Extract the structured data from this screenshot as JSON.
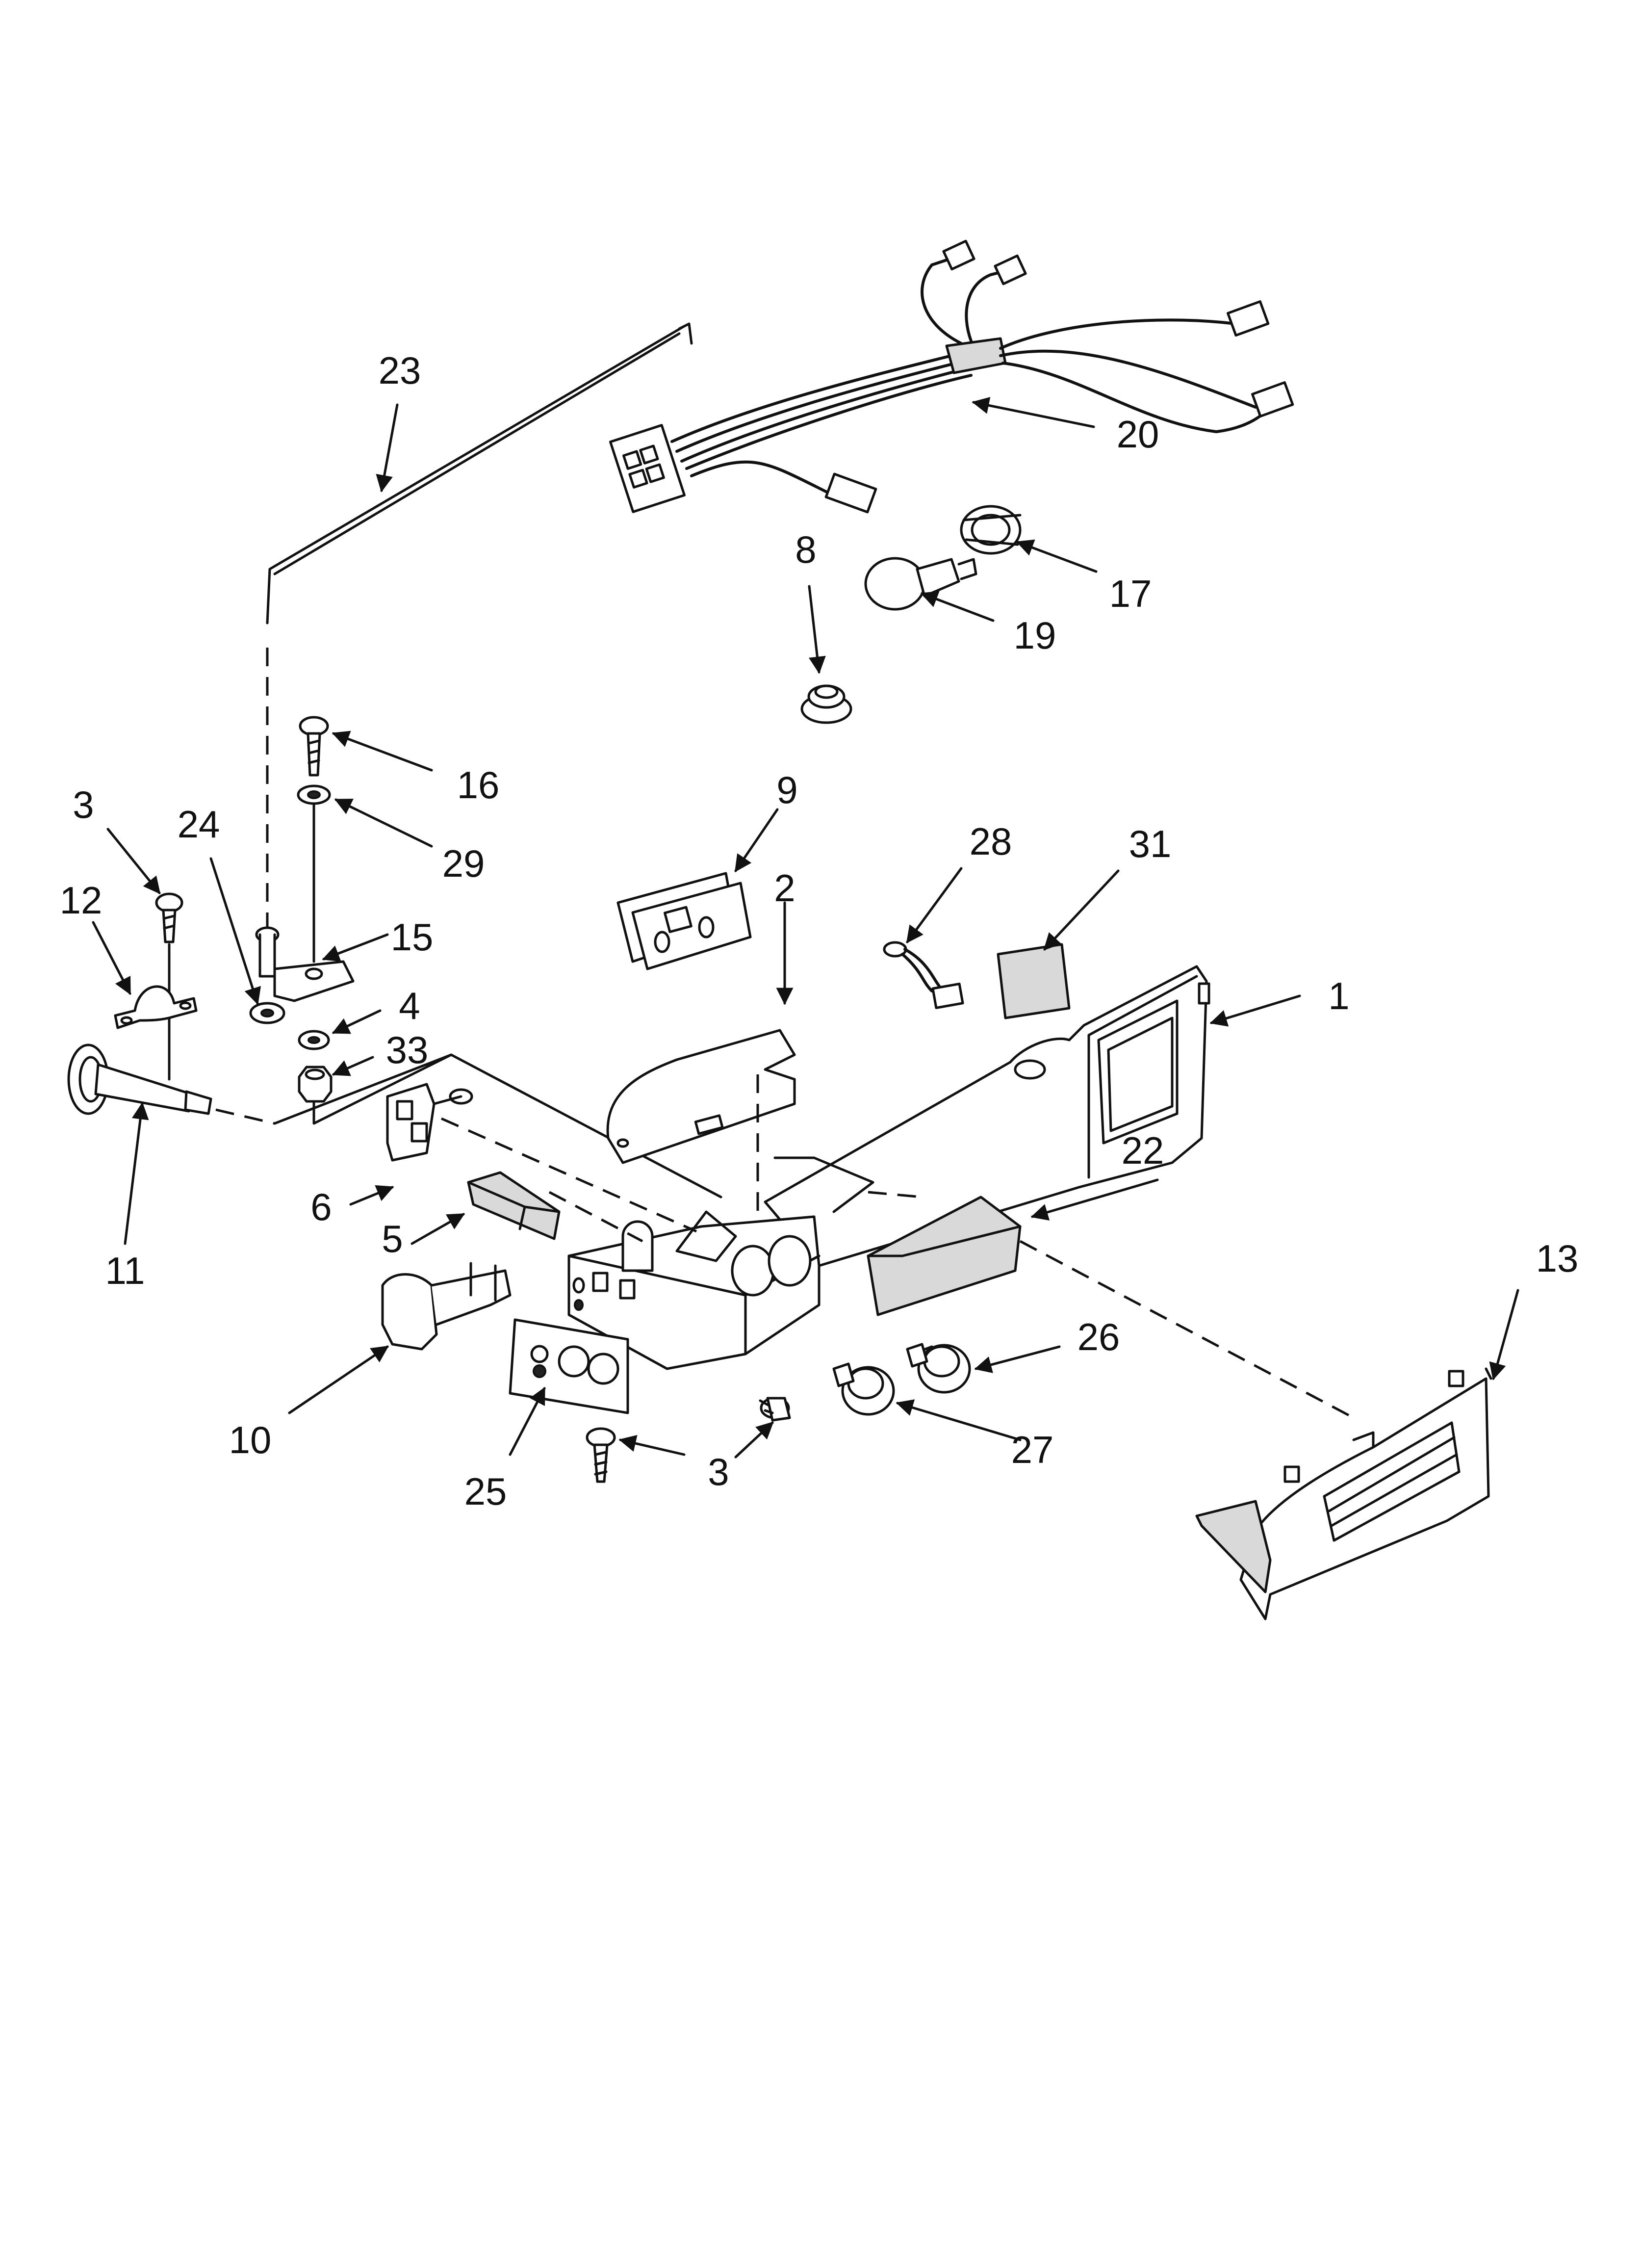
{
  "diagram": {
    "callouts": [
      {
        "id": "c1",
        "text": "1"
      },
      {
        "id": "c2",
        "text": "2"
      },
      {
        "id": "c3a",
        "text": "3"
      },
      {
        "id": "c3b",
        "text": "3"
      },
      {
        "id": "c4",
        "text": "4"
      },
      {
        "id": "c5",
        "text": "5"
      },
      {
        "id": "c6",
        "text": "6"
      },
      {
        "id": "c8",
        "text": "8"
      },
      {
        "id": "c9",
        "text": "9"
      },
      {
        "id": "c10",
        "text": "10"
      },
      {
        "id": "c11",
        "text": "11"
      },
      {
        "id": "c12",
        "text": "12"
      },
      {
        "id": "c13",
        "text": "13"
      },
      {
        "id": "c15",
        "text": "15"
      },
      {
        "id": "c16",
        "text": "16"
      },
      {
        "id": "c17",
        "text": "17"
      },
      {
        "id": "c19",
        "text": "19"
      },
      {
        "id": "c20",
        "text": "20"
      },
      {
        "id": "c22",
        "text": "22"
      },
      {
        "id": "c23",
        "text": "23"
      },
      {
        "id": "c24",
        "text": "24"
      },
      {
        "id": "c25",
        "text": "25"
      },
      {
        "id": "c26",
        "text": "26"
      },
      {
        "id": "c27",
        "text": "27"
      },
      {
        "id": "c28",
        "text": "28"
      },
      {
        "id": "c29",
        "text": "29"
      },
      {
        "id": "c31",
        "text": "31"
      },
      {
        "id": "c33",
        "text": "33"
      }
    ]
  }
}
